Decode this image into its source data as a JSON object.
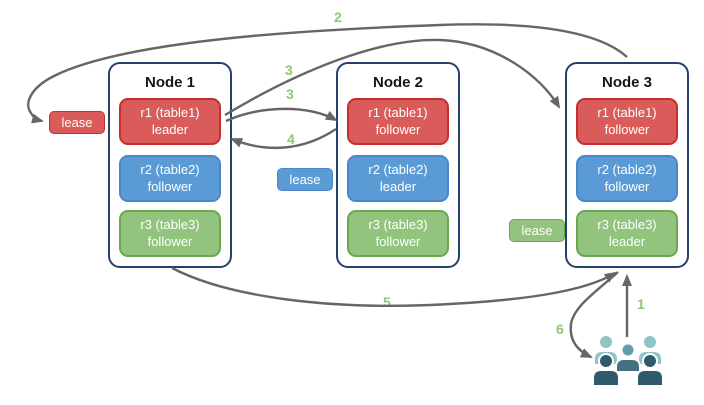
{
  "diagram": {
    "nodes": [
      {
        "title": "Node 1",
        "replicas": [
          {
            "name": "r1 (table1)",
            "role": "leader",
            "color": "red"
          },
          {
            "name": "r2 (table2)",
            "role": "follower",
            "color": "blue"
          },
          {
            "name": "r3 (table3)",
            "role": "follower",
            "color": "green"
          }
        ]
      },
      {
        "title": "Node 2",
        "replicas": [
          {
            "name": "r1 (table1)",
            "role": "follower",
            "color": "red"
          },
          {
            "name": "r2 (table2)",
            "role": "leader",
            "color": "blue"
          },
          {
            "name": "r3 (table3)",
            "role": "follower",
            "color": "green"
          }
        ]
      },
      {
        "title": "Node 3",
        "replicas": [
          {
            "name": "r1 (table1)",
            "role": "follower",
            "color": "red"
          },
          {
            "name": "r2 (table2)",
            "role": "follower",
            "color": "blue"
          },
          {
            "name": "r3 (table3)",
            "role": "leader",
            "color": "green"
          }
        ]
      }
    ],
    "leases": [
      {
        "label": "lease",
        "color": "red"
      },
      {
        "label": "lease",
        "color": "blue"
      },
      {
        "label": "lease",
        "color": "green"
      }
    ],
    "flow_labels": {
      "s1": "1",
      "s2": "2",
      "s3a": "3",
      "s3b": "3",
      "s4": "4",
      "s5": "5",
      "s6": "6"
    },
    "icons": {
      "clients": "users-group-icon"
    },
    "colors": {
      "red_fill": "#d95c5a",
      "red_border": "#c62f2f",
      "blue_fill": "#5b9bd5",
      "blue_border": "#4a86c8",
      "green_fill": "#93c47d",
      "green_border": "#6aa84f",
      "node_border": "#24406b",
      "arrow": "#666666",
      "step_label": "#8fc872",
      "users_light": "#8ec4c6",
      "users_mid": "#609da9",
      "users_mid_body": "#44707f",
      "users_dark": "#2f5a6b"
    }
  }
}
